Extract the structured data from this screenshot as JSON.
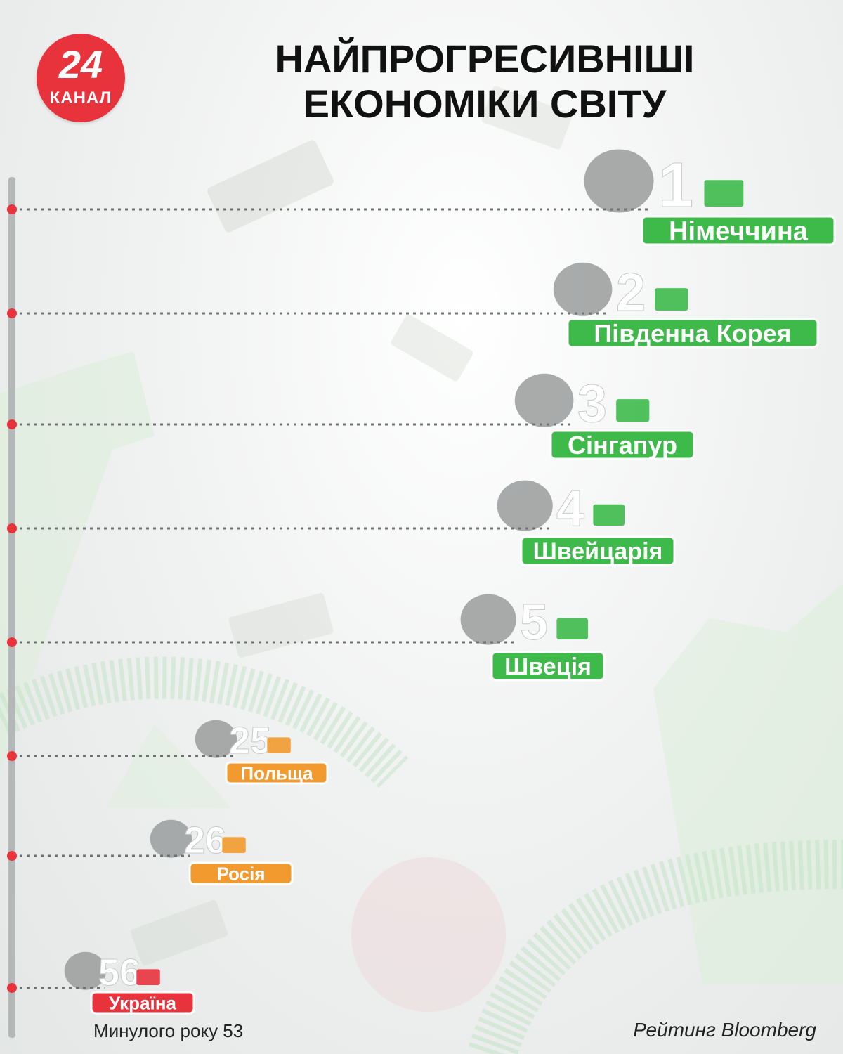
{
  "logo": {
    "number": "24",
    "text": "КАНАЛ"
  },
  "title": {
    "line1": "НАЙПРОГРЕСИВНІШІ",
    "line2": "ЕКОНОМІКИ СВІТУ"
  },
  "source": "Рейтинг Bloomberg",
  "note": "Минулого року 53",
  "colors": {
    "top": "#3dba4a",
    "mid": "#f29a2e",
    "ukraine": "#e8333d",
    "rank_text": "#ffffff",
    "dots": "#e8333d",
    "axis": "#b5b8b8"
  },
  "chart_data": {
    "type": "ranking",
    "title": "НАЙПРОГРЕСИВНІШІ ЕКОНОМІКИ СВІТУ",
    "source": "Рейтинг Bloomberg",
    "items": [
      {
        "rank": 1,
        "country": "Німеччина",
        "group": "top"
      },
      {
        "rank": 2,
        "country": "Південна Корея",
        "group": "top"
      },
      {
        "rank": 3,
        "country": "Сінгапур",
        "group": "top"
      },
      {
        "rank": 4,
        "country": "Швейцарія",
        "group": "top"
      },
      {
        "rank": 5,
        "country": "Швеція",
        "group": "top"
      },
      {
        "rank": 25,
        "country": "Польща",
        "group": "mid"
      },
      {
        "rank": 26,
        "country": "Росія",
        "group": "mid"
      },
      {
        "rank": 56,
        "country": "Україна",
        "group": "ukraine",
        "previous_year_rank": 53
      }
    ]
  }
}
